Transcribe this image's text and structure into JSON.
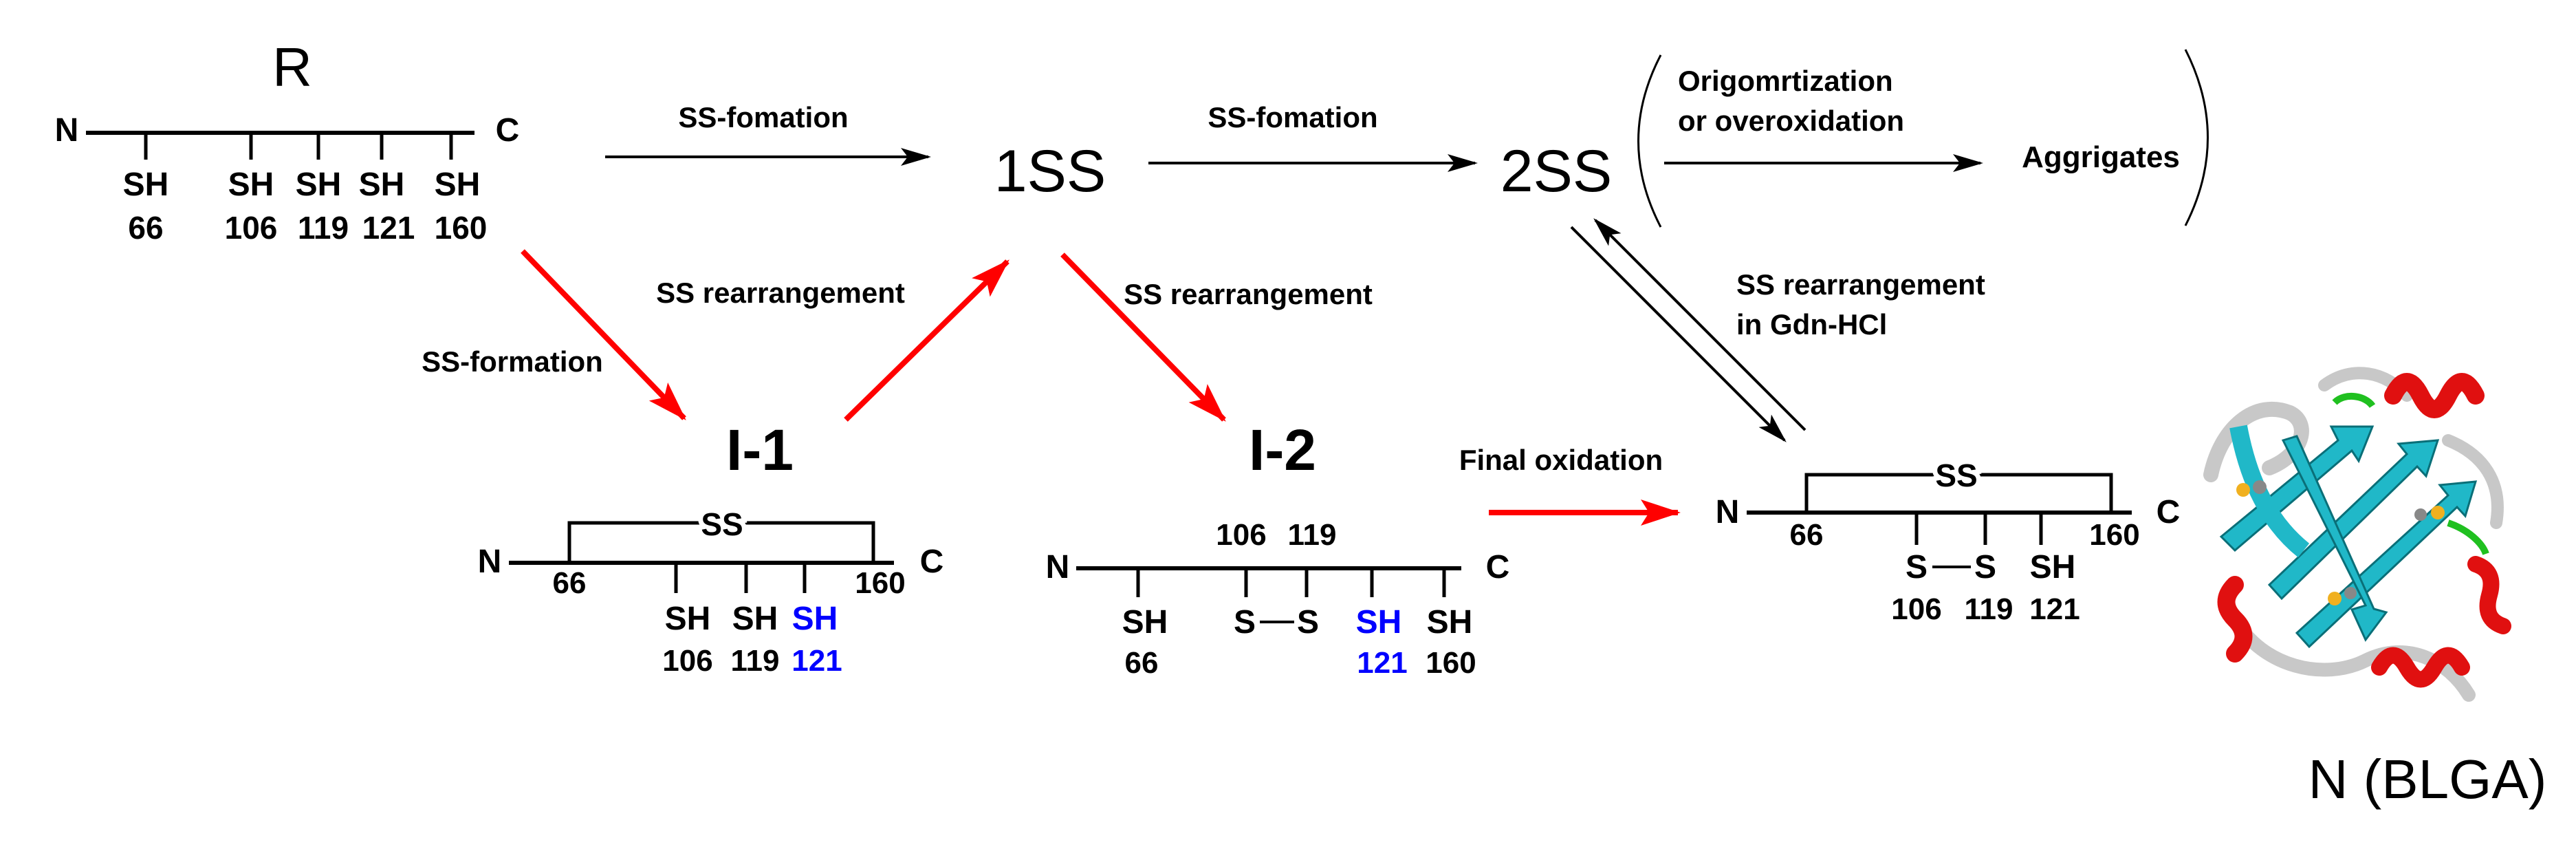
{
  "states": {
    "r": "R",
    "one_ss": "1SS",
    "two_ss": "2SS",
    "i1": "I-1",
    "i2": "I-2",
    "aggregates": "Aggrigates",
    "native": "N (BLGA)"
  },
  "termini": {
    "n": "N",
    "c": "C"
  },
  "thiol": "SH",
  "disulfide": "SS",
  "sulfur": "S",
  "residues": {
    "r66": "66",
    "r106": "106",
    "r119": "119",
    "r121": "121",
    "r160": "160"
  },
  "arrows": {
    "r_to_1ss": "SS-fomation",
    "oneSS_to_2ss": "SS-fomation",
    "r_to_i1": "SS-formation",
    "i1_to_1ss": "SS rearrangement",
    "oneSS_to_i2": "SS rearrangement",
    "i2_to_n": "Final oxidation",
    "n_2ss_line1": "SS rearrangement",
    "n_2ss_line2": "in Gdn-HCl",
    "twoSS_agg_line1": "Origomrtization",
    "twoSS_agg_line2": "or overoxidation"
  },
  "colors": {
    "text": "#000000",
    "red_arrow": "#ff0000",
    "free_thiol_highlight": "#0000ff",
    "helix": "#e01010",
    "strand": "#20b8c8",
    "coil": "#c8c8c8",
    "turn": "#20c020",
    "atom": "#f0b020"
  },
  "protein_image": "ribbon cartoon of beta-lactoglobulin (red helices, cyan strands, grey coils, green turns, yellow sulfur atoms)"
}
